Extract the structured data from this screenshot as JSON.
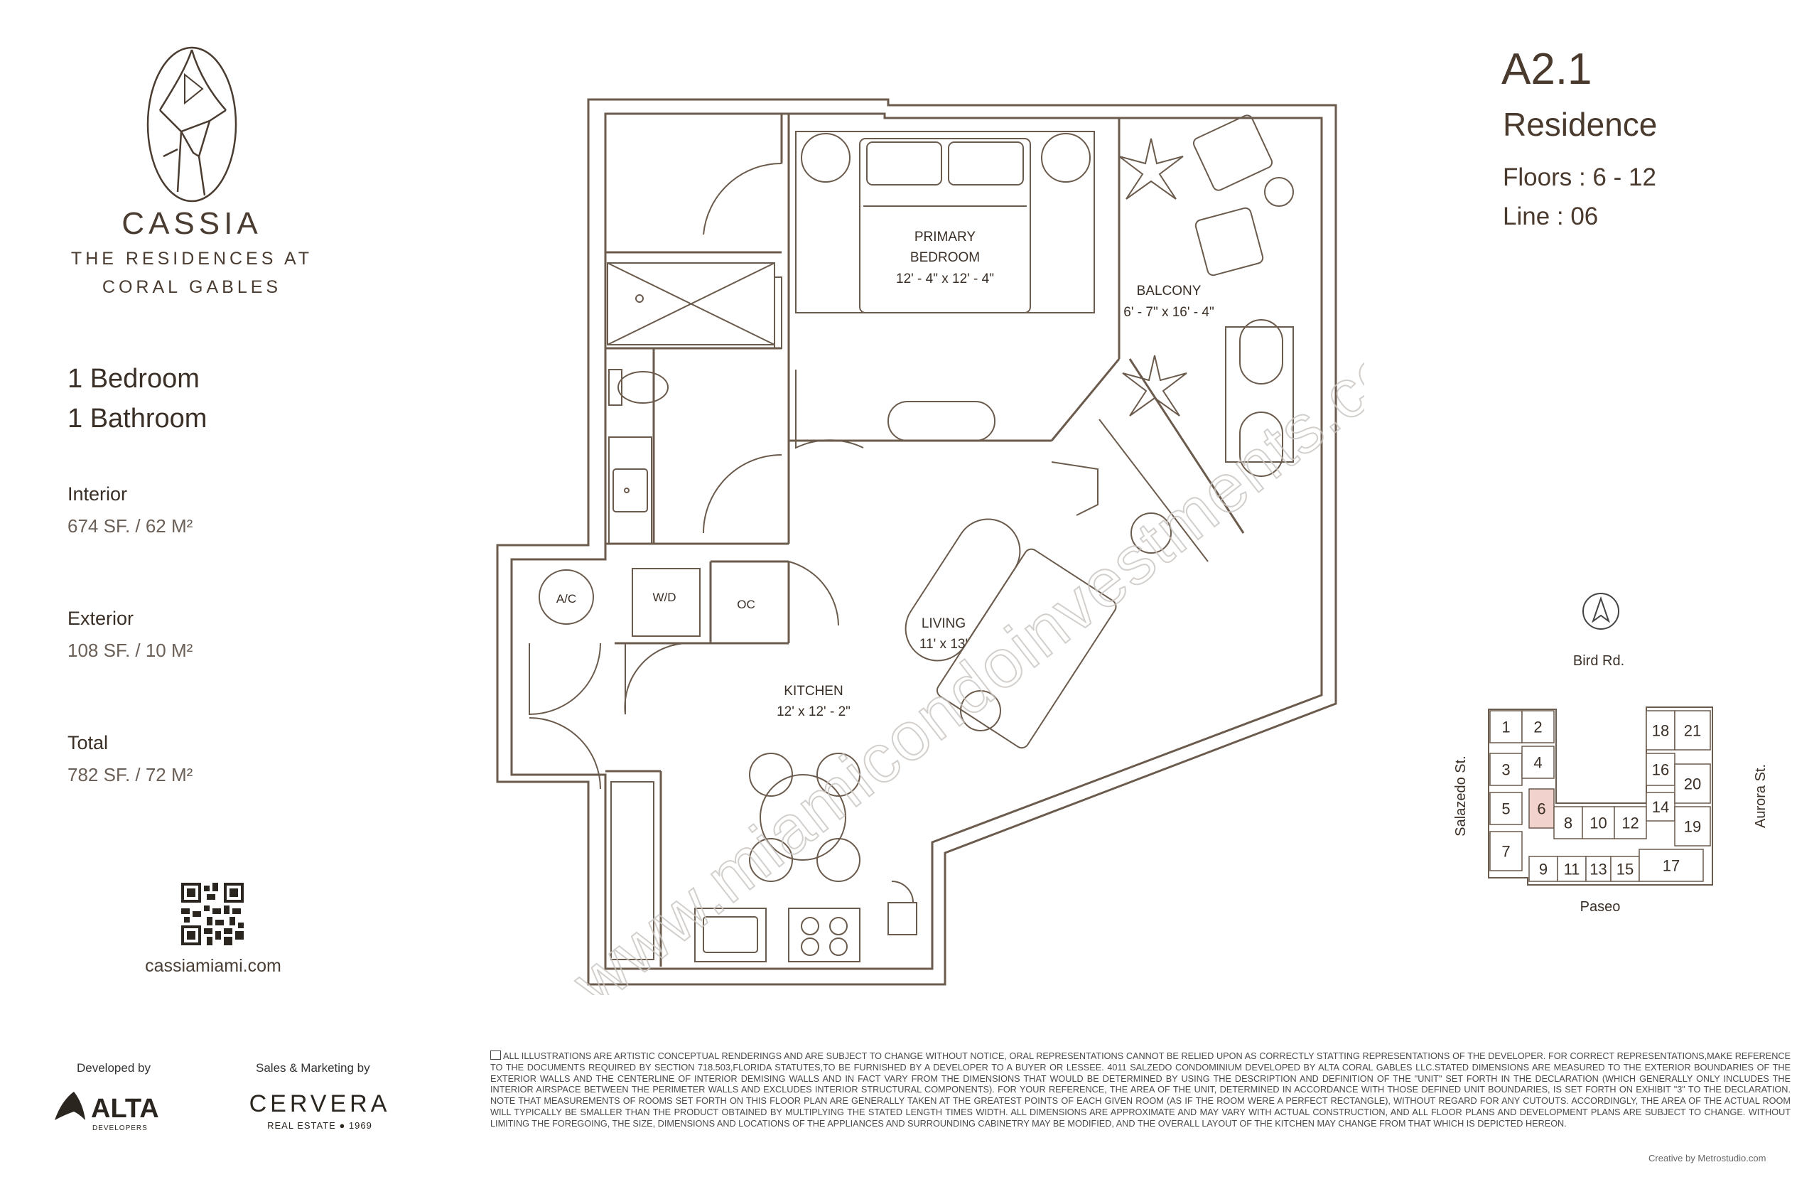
{
  "brand": {
    "name": "CASSIA",
    "subtitle_line1": "THE RESIDENCES AT",
    "subtitle_line2": "CORAL GABLES",
    "website": "cassiamiami.com"
  },
  "unit": {
    "id": "A2.1",
    "type": "Residence",
    "floors": "Floors : 6 - 12",
    "line": "Line : 06",
    "bedrooms": "1 Bedroom",
    "bathrooms": "1 Bathroom"
  },
  "stats": [
    {
      "label": "Interior",
      "value": "674 SF. / 62 M²"
    },
    {
      "label": "Exterior",
      "value": "108 SF. / 10 M²"
    },
    {
      "label": "Total",
      "value": "782 SF. / 72 M²"
    }
  ],
  "rooms": {
    "primary_bedroom_1": "PRIMARY",
    "primary_bedroom_2": "BEDROOM",
    "primary_bedroom_dim": "12' - 4\" x 12' - 4\"",
    "balcony": "BALCONY",
    "balcony_dim": "6' - 7\" x 16' - 4\"",
    "living": "LIVING",
    "living_dim": "11' x 13'",
    "kitchen": "KITCHEN",
    "kitchen_dim": "12' x 12' - 2\"",
    "ac": "A/C",
    "wd": "W/D",
    "oc": "OC"
  },
  "keyplan": {
    "north": "Bird Rd.",
    "south": "Paseo",
    "west": "Salazedo St.",
    "east": "Aurora St.",
    "units": [
      "1",
      "2",
      "3",
      "4",
      "5",
      "6",
      "7",
      "8",
      "9",
      "10",
      "11",
      "12",
      "13",
      "14",
      "15",
      "16",
      "17",
      "18",
      "19",
      "20",
      "21"
    ],
    "highlight": "6",
    "highlight_color": "#f2d2cc"
  },
  "watermark": "www.miamicondoinvestments.com",
  "credits": {
    "developed_by": "Developed by",
    "developer": "ALTA",
    "developer_sub": "DEVELOPERS",
    "sales_by": "Sales & Marketing by",
    "sales": "CERVERA",
    "sales_sub": "REAL ESTATE  ● 1969"
  },
  "disclaimer": "ALL ILLUSTRATIONS ARE ARTISTIC CONCEPTUAL RENDERINGS AND ARE SUBJECT TO CHANGE WITHOUT NOTICE, ORAL REPRESENTATIONS CANNOT BE RELIED UPON AS CORRECTLY STATTING REPRESENTATIONS OF THE DEVELOPER. FOR CORRECT REPRESENTATIONS,MAKE REFERENCE TO THE DOCUMENTS REQUIRED BY SECTION 718.503,FLORIDA STATUTES,TO BE FURNISHED BY A DEVELOPER TO A BUYER OR LESSEE. 4011 SALZEDO CONDOMINIUM DEVELOPED BY ALTA CORAL GABLES LLC.STATED DIMENSIONS ARE MEASURED TO THE EXTERIOR BOUNDARIES OF THE EXTERIOR WALLS AND THE CENTERLINE OF INTERIOR DEMISING WALLS AND IN FACT VARY FROM THE DIMENSIONS THAT WOULD BE DETERMINED BY USING THE DESCRIPTION AND DEFINITION OF THE \"UNIT\" SET FORTH IN THE DECLARATION (WHICH GENERALLY ONLY INCLUDES THE INTERIOR AIRSPACE BETWEEN THE PERIMETER WALLS AND EXCLUDES INTERIOR STRUCTURAL COMPONENTS). FOR YOUR REFERENCE, THE AREA OF THE UNIT, DETERMINED IN ACCORDANCE WITH THOSE DEFINED UNIT BOUNDARIES, IS SET FORTH ON EXHIBIT \"3\" TO THE DECLARATION. NOTE THAT MEASUREMENTS OF ROOMS SET FORTH ON THIS FLOOR PLAN ARE GENERALLY TAKEN AT THE GREATEST POINTS OF EACH GIVEN ROOM (AS IF THE ROOM WERE A PERFECT RECTANGLE), WITHOUT REGARD FOR ANY CUTOUTS. ACCORDINGLY, THE AREA OF THE ACTUAL ROOM WILL TYPICALLY BE SMALLER THAN THE PRODUCT OBTAINED BY MULTIPLYING THE STATED LENGTH TIMES WIDTH. ALL DIMENSIONS ARE APPROXIMATE AND MAY VARY WITH ACTUAL CONSTRUCTION, AND ALL FLOOR PLANS AND DEVELOPMENT PLANS ARE SUBJECT TO CHANGE. WITHOUT LIMITING THE FOREGOING, THE SIZE, DIMENSIONS AND LOCATIONS OF THE APPLIANCES AND SURROUNDING CABINETRY MAY BE MODIFIED, AND THE OVERALL LAYOUT OF THE KITCHEN MAY CHANGE FROM THAT WHICH IS DEPICTED HEREON.",
  "creative": "Creative by Metrostudio.com"
}
